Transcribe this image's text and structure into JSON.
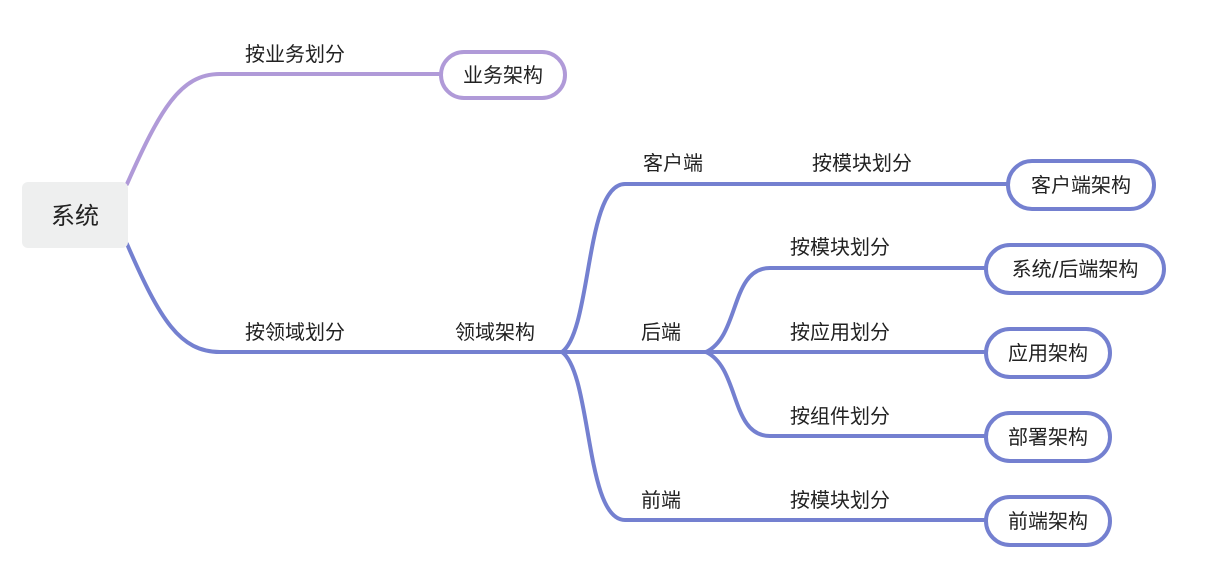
{
  "colors": {
    "business_branch": "#b09ad8",
    "domain_branch": "#7480d0",
    "root_fill": "#eeefef",
    "leaf_fill": "#ffffff",
    "text": "#222222"
  },
  "root": {
    "label": "系统"
  },
  "branches": {
    "business": {
      "label": "按业务划分",
      "leaf": "业务架构"
    },
    "domain": {
      "label": "按领域划分",
      "node": "领域架构",
      "client": {
        "label": "客户端",
        "division": "按模块划分",
        "leaf": "客户端架构"
      },
      "backend": {
        "label": "后端",
        "modules": {
          "division": "按模块划分",
          "leaf": "系统/后端架构"
        },
        "application": {
          "division": "按应用划分",
          "leaf": "应用架构"
        },
        "component": {
          "division": "按组件划分",
          "leaf": "部署架构"
        }
      },
      "frontend": {
        "label": "前端",
        "division": "按模块划分",
        "leaf": "前端架构"
      }
    }
  }
}
